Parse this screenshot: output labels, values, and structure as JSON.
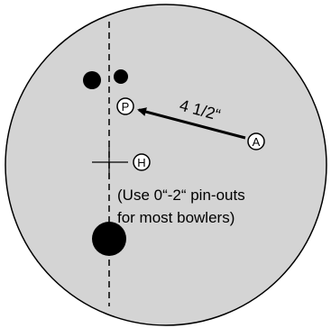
{
  "diagram": {
    "colors": {
      "ball": "#d4d4d4",
      "ink": "#000000",
      "marker_fill": "#ffffff"
    },
    "distance_label": "4 1/2“",
    "markers": {
      "pin": "P",
      "axis": "A",
      "hole": "H"
    },
    "note_lines": [
      "(Use 0“-2“ pin-outs",
      "for most bowlers)"
    ]
  }
}
